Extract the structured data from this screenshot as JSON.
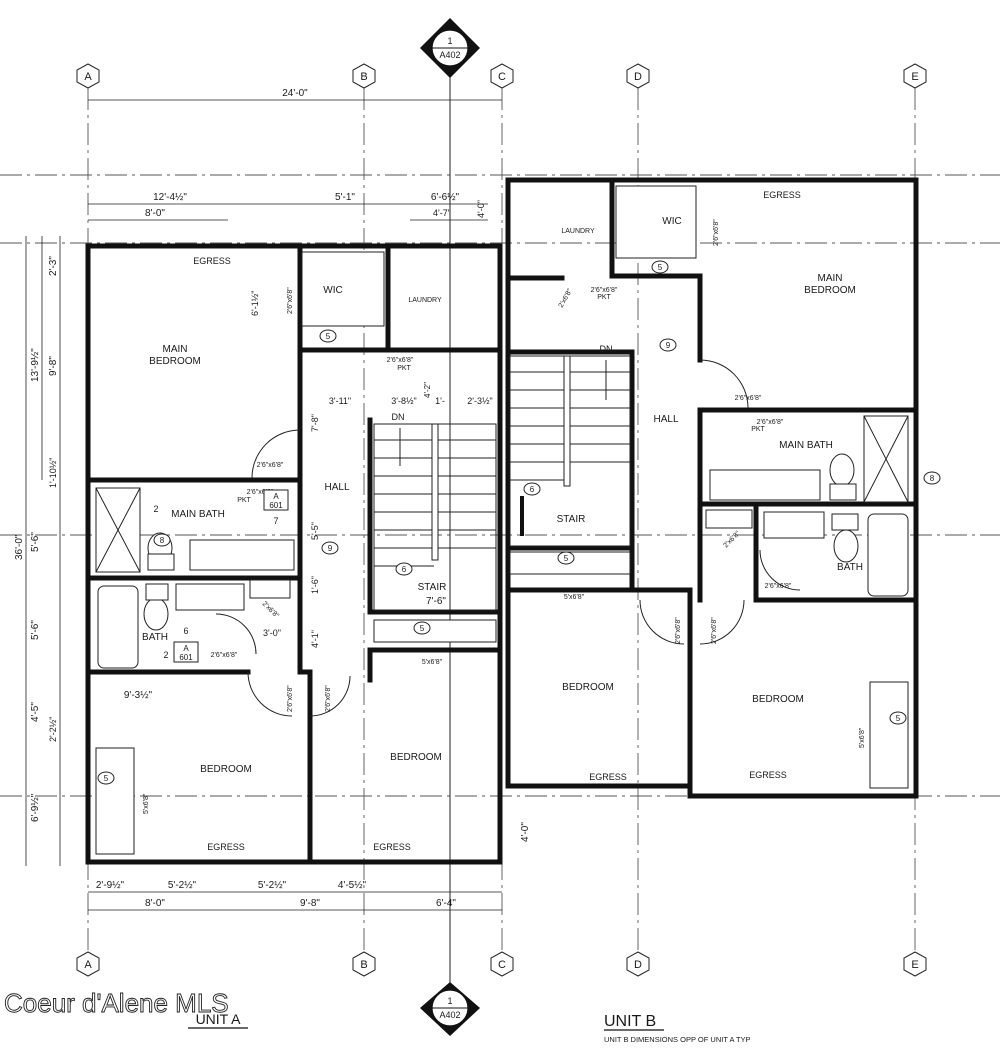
{
  "grid_lines": [
    "A",
    "B",
    "C",
    "D",
    "E"
  ],
  "section_marker": {
    "number": "1",
    "sheet": "A402"
  },
  "detail_ref": {
    "letter": "A",
    "sheet": "601"
  },
  "dimensions": {
    "overall_width": "24'-0\"",
    "overall_depth": "36'-0\"",
    "d_12_4h": "12'-4½\"",
    "d_8_0": "8'-0\"",
    "d_5_1": "5'-1\"",
    "d_6_6h": "6'-6½\"",
    "d_4_7": "4'-7\"",
    "d_4_0": "4'-0\"",
    "d_6_1h": "6'-1½\"",
    "d_3_11": "3'-11\"",
    "d_3_8h": "3'-8½\"",
    "d_4_2": "4'-2\"",
    "d_1_x": "1'-",
    "d_2_3h": "2'-3½\"",
    "d_7_8": "7'-8\"",
    "d_5_5": "5'-5\"",
    "d_1_6": "1'-6\"",
    "d_7_6": "7'-6\"",
    "d_3_0": "3'-0\"",
    "d_4_1": "4'-1\"",
    "d_9_3h": "9'-3½\"",
    "d_2_3": "2'-3\"",
    "d_13_9h": "13'-9½\"",
    "d_9_8": "9'-8\"",
    "d_1_10h": "1'-10½\"",
    "d_5_6": "5'-6\"",
    "d_5_6b": "5'-6\"",
    "d_4_5": "4'-5\"",
    "d_2_2h": "2'-2½\"",
    "d_6_9h": "6'-9½\"",
    "b_2_9h": "2'-9½\"",
    "b_5_2h": "5'-2½\"",
    "b_5_2h_b": "5'-2½\"",
    "b_4_5h": "4'-5½\"",
    "b_8_0": "8'-0\"",
    "b_9_8": "9'-8\"",
    "b_6_4": "6'-4\"",
    "r_4_0": "4'-0\""
  },
  "rooms_a": {
    "main_bedroom_1": "MAIN",
    "main_bedroom_2": "BEDROOM",
    "egress_main": "EGRESS",
    "wic": "WIC",
    "laundry": "LAUNDRY",
    "hall": "HALL",
    "main_bath": "MAIN BATH",
    "bath": "BATH",
    "stair": "STAIR",
    "dn": "DN",
    "bedroom_left": "BEDROOM",
    "egress_left": "EGRESS",
    "bedroom_mid": "BEDROOM",
    "egress_mid": "EGRESS"
  },
  "rooms_b": {
    "laundry": "LAUNDRY",
    "wic": "WIC",
    "egress_main": "EGRESS",
    "main_bedroom_1": "MAIN",
    "main_bedroom_2": "BEDROOM",
    "dn": "DN",
    "hall": "HALL",
    "main_bath": "MAIN BATH",
    "stair": "STAIR",
    "bath": "BATH",
    "bedroom_left": "BEDROOM",
    "egress_left": "EGRESS",
    "bedroom_right": "BEDROOM",
    "egress_right": "EGRESS"
  },
  "doors": {
    "pkt_2_6": "2'6\"x6'8\"",
    "pkt": "PKT",
    "door_2_6": "2'6\"x6'8\"",
    "door_2_8": "2'6\"x6'8\"",
    "closet_5": "5'x6'8\"",
    "door_2_6_rot": "2'6\"x6'8\"",
    "door_2x6": "2'x6'8\""
  },
  "tags": {
    "t5": "5",
    "t6": "6",
    "t7": "7",
    "t8": "8",
    "t9": "9",
    "t2": "2"
  },
  "titles": {
    "unit_a": "UNIT A",
    "unit_b": "UNIT B",
    "unit_b_note": "UNIT B DIMENSIONS OPP OF UNIT A TYP",
    "watermark": "Coeur d'Alene MLS"
  }
}
